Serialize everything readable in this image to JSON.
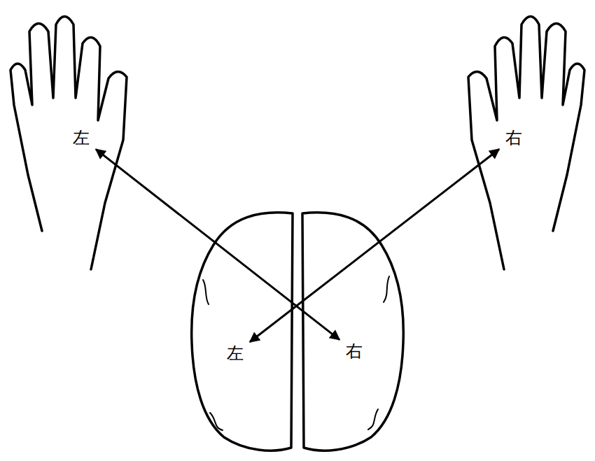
{
  "diagram": {
    "nodes": [
      {
        "text": [
          "左"
        ]
      },
      {
        "text": [
          "右"
        ]
      },
      {
        "text": [
          "左"
        ]
      },
      {
        "text": [
          "右"
        ]
      }
    ],
    "edges": [
      {
        "from": 0,
        "to": 3,
        "arrow": "both"
      },
      {
        "from": 1,
        "to": 2,
        "arrow": "both"
      }
    ]
  }
}
